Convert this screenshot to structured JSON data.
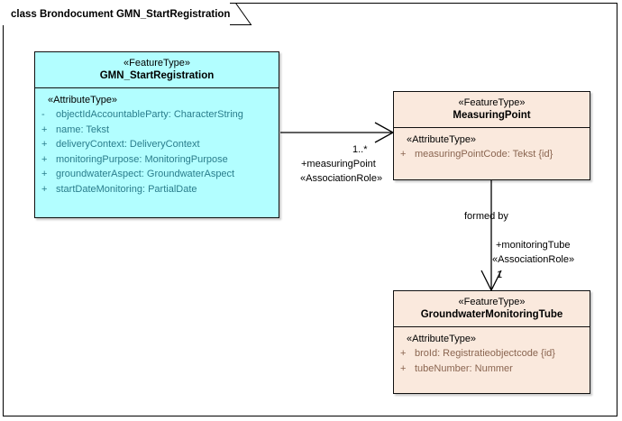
{
  "diagram": {
    "title": "class Brondocument GMN_StartRegistration",
    "colors": {
      "class_fill_cyan": "#b2feff",
      "class_fill_peach": "#fae9dd",
      "border": "#101010",
      "attr_text_cyan": "#2a7d8c",
      "attr_text_peach": "#8a6550",
      "background": "#ffffff"
    }
  },
  "classes": [
    {
      "id": "gmn-startregistration",
      "stereotype": "«FeatureType»",
      "name": "GMN_StartRegistration",
      "compartment_stereotype": "«AttributeType»",
      "attributes": [
        {
          "visibility": "-",
          "text": "objectIdAccountableParty: CharacterString"
        },
        {
          "visibility": "+",
          "text": "name: Tekst"
        },
        {
          "visibility": "+",
          "text": "deliveryContext: DeliveryContext"
        },
        {
          "visibility": "+",
          "text": "monitoringPurpose: MonitoringPurpose"
        },
        {
          "visibility": "+",
          "text": "groundwaterAspect: GroundwaterAspect"
        },
        {
          "visibility": "+",
          "text": "startDateMonitoring: PartialDate"
        }
      ]
    },
    {
      "id": "measuringpoint",
      "stereotype": "«FeatureType»",
      "name": "MeasuringPoint",
      "compartment_stereotype": "«AttributeType»",
      "attributes": [
        {
          "visibility": "+",
          "text": "measuringPointCode: Tekst {id}"
        }
      ]
    },
    {
      "id": "groundwatermonitoringtube",
      "stereotype": "«FeatureType»",
      "name": "GroundwaterMonitoringTube",
      "compartment_stereotype": "«AttributeType»",
      "attributes": [
        {
          "visibility": "+",
          "text": "broId: Registratieobjectcode {id}"
        },
        {
          "visibility": "+",
          "text": "tubeNumber: Nummer"
        }
      ]
    }
  ],
  "associations": [
    {
      "id": "gmn-to-measuringpoint",
      "from": "GMN_StartRegistration",
      "to": "MeasuringPoint",
      "multiplicity": "1..*",
      "role": "+measuringPoint",
      "role_stereotype": "«AssociationRole»"
    },
    {
      "id": "measuringpoint-to-tube",
      "from": "MeasuringPoint",
      "to": "GroundwaterMonitoringTube",
      "name": "formed by",
      "multiplicity": "1",
      "role": "+monitoringTube",
      "role_stereotype": "«AssociationRole»"
    }
  ]
}
